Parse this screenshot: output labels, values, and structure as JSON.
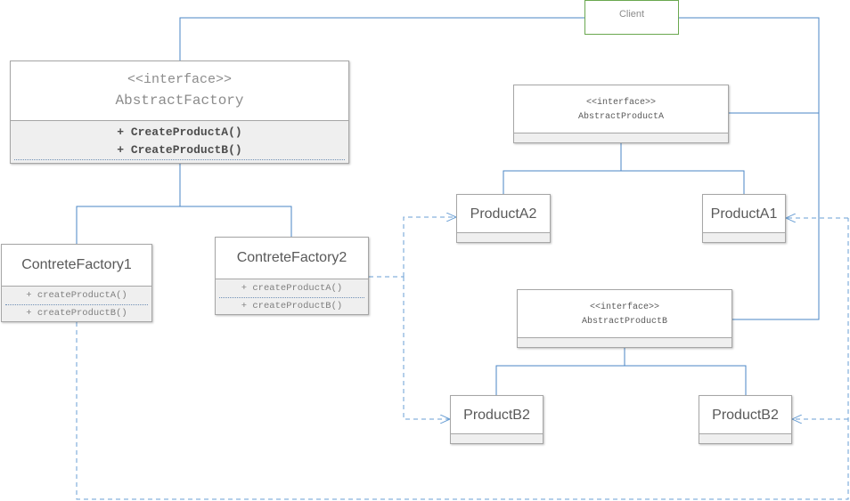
{
  "client": {
    "label": "Client"
  },
  "abstract_factory": {
    "stereotype": "<<interface>>",
    "name": "AbstractFactory",
    "operations": [
      "+ CreateProductA()",
      "+ CreateProductB()"
    ]
  },
  "factory1": {
    "name": "ContreteFactory1",
    "operations": [
      "+ createProductA()",
      "+ createProductB()"
    ]
  },
  "factory2": {
    "name": "ContreteFactory2",
    "operations": [
      "+ createProductA()",
      "+ createProductB()"
    ]
  },
  "abstract_product_a": {
    "stereotype": "<<interface>>",
    "name": "AbstractProductA"
  },
  "abstract_product_b": {
    "stereotype": "<<interface>>",
    "name": "AbstractProductB"
  },
  "product_a2": {
    "name": "ProductA2"
  },
  "product_a1": {
    "name": "ProductA1"
  },
  "product_b2_left": {
    "name": "ProductB2"
  },
  "product_b2_right": {
    "name": "ProductB2"
  },
  "colors": {
    "solid_line": "#4a86c5",
    "dashed_line": "#6a9fd4",
    "client_border": "#6aa84f",
    "box_border": "#a6a6a6",
    "compartment_fill": "#efefef"
  }
}
